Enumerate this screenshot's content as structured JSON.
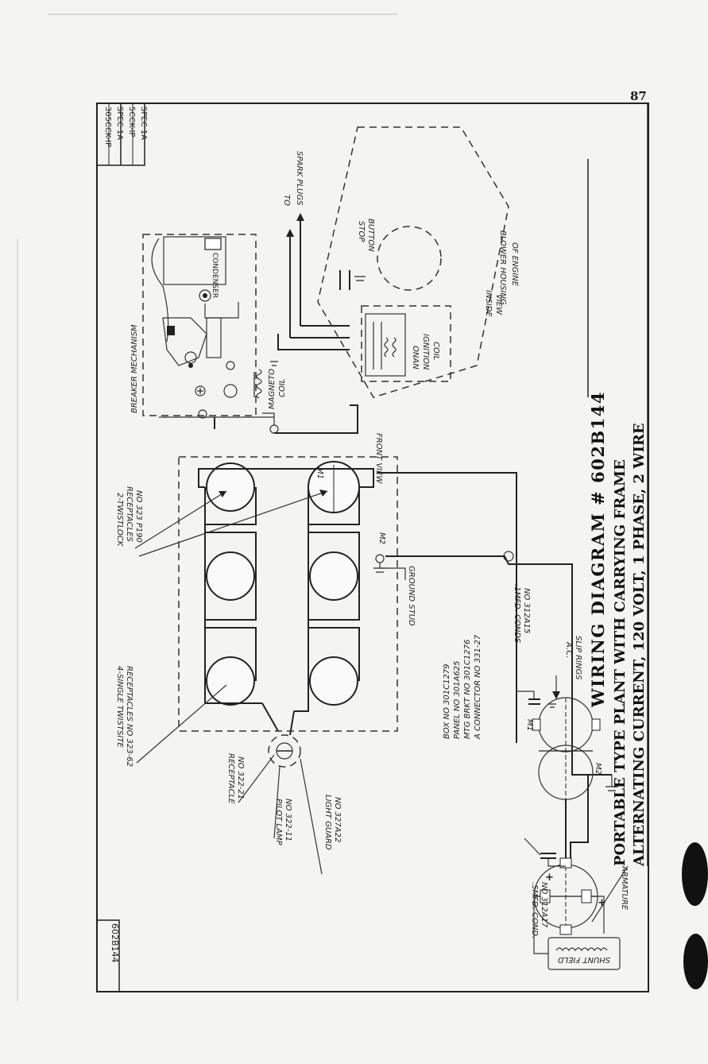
{
  "page_number": "87",
  "title_block": {
    "title": "WIRING DIAGRAM # 602B144",
    "line1": "PORTABLE TYPE PLANT WITH CARRYING FRAME",
    "line2": "ALTERNATING CURRENT, 120 VOLT, 1 PHASE, 2 WIRE"
  },
  "corner_codes": {
    "spec_lines": [
      "305CCK-IP",
      "SPEC 1A",
      "5CCK-IP",
      "SPEC 1A"
    ],
    "drawing_number": "602B144"
  },
  "labels": {
    "breaker_mechanism": "BREAKER MECHANISM",
    "condenser": "CONDENSER",
    "magneto_coil_1": "MAGNETO",
    "magneto_coil_2": "COIL",
    "to": "TO",
    "spark_plugs": "SPARK PLUGS",
    "stop_button_1": "STOP",
    "stop_button_2": "BUTTON",
    "ignition_coil_1": "ONAN",
    "ignition_coil_2": "IGNITION",
    "ignition_coil_3": "COIL",
    "inside_view_1": "INSIDE",
    "inside_view_2": "VIEW",
    "blower_housing_1": "BLOWER HOUSING",
    "blower_housing_2": "OF ENGINE",
    "twistlock_1": "2-TWISTLOCK",
    "twistlock_2": "RECEPTACLES",
    "twistlock_3": "NO 323 P190",
    "twistsite_1": "4-SINGLE TWISTSITE",
    "twistsite_2": "RECEPTACLES NO 323-62",
    "front_view": "FRONT VIEW",
    "ground_stud": "GROUND STUD",
    "box_1": "BOX NO 301C1279",
    "box_2": "PANEL NO 301A625",
    "box_3": "MTG BRKT NO 301C1276",
    "box_4": "A CONNECTOR NO 331-27",
    "receptacle_1": "RECEPTACLE",
    "receptacle_2": "NO 322-21",
    "pilot_lamp_1": "PILOT LAMP",
    "pilot_lamp_2": "NO 322-11",
    "light_guard_1": "LIGHT GUARD",
    "light_guard_2": "NO 327A22",
    "imfd_1": ".1MFD. CONDS",
    "imfd_2": "NO 312A15",
    "ac_slip_1": "A.C.",
    "ac_slip_2": "SLIP RINGS",
    "smfd_1": ".5MFD. COND.",
    "smfd_2": "NO 312A17",
    "armature": "ARMATURE",
    "shunt_field": "SHUNT FIELD",
    "m1": "M1",
    "m2": "M2",
    "m1_lower": "M1",
    "m2_lower": "M2"
  }
}
